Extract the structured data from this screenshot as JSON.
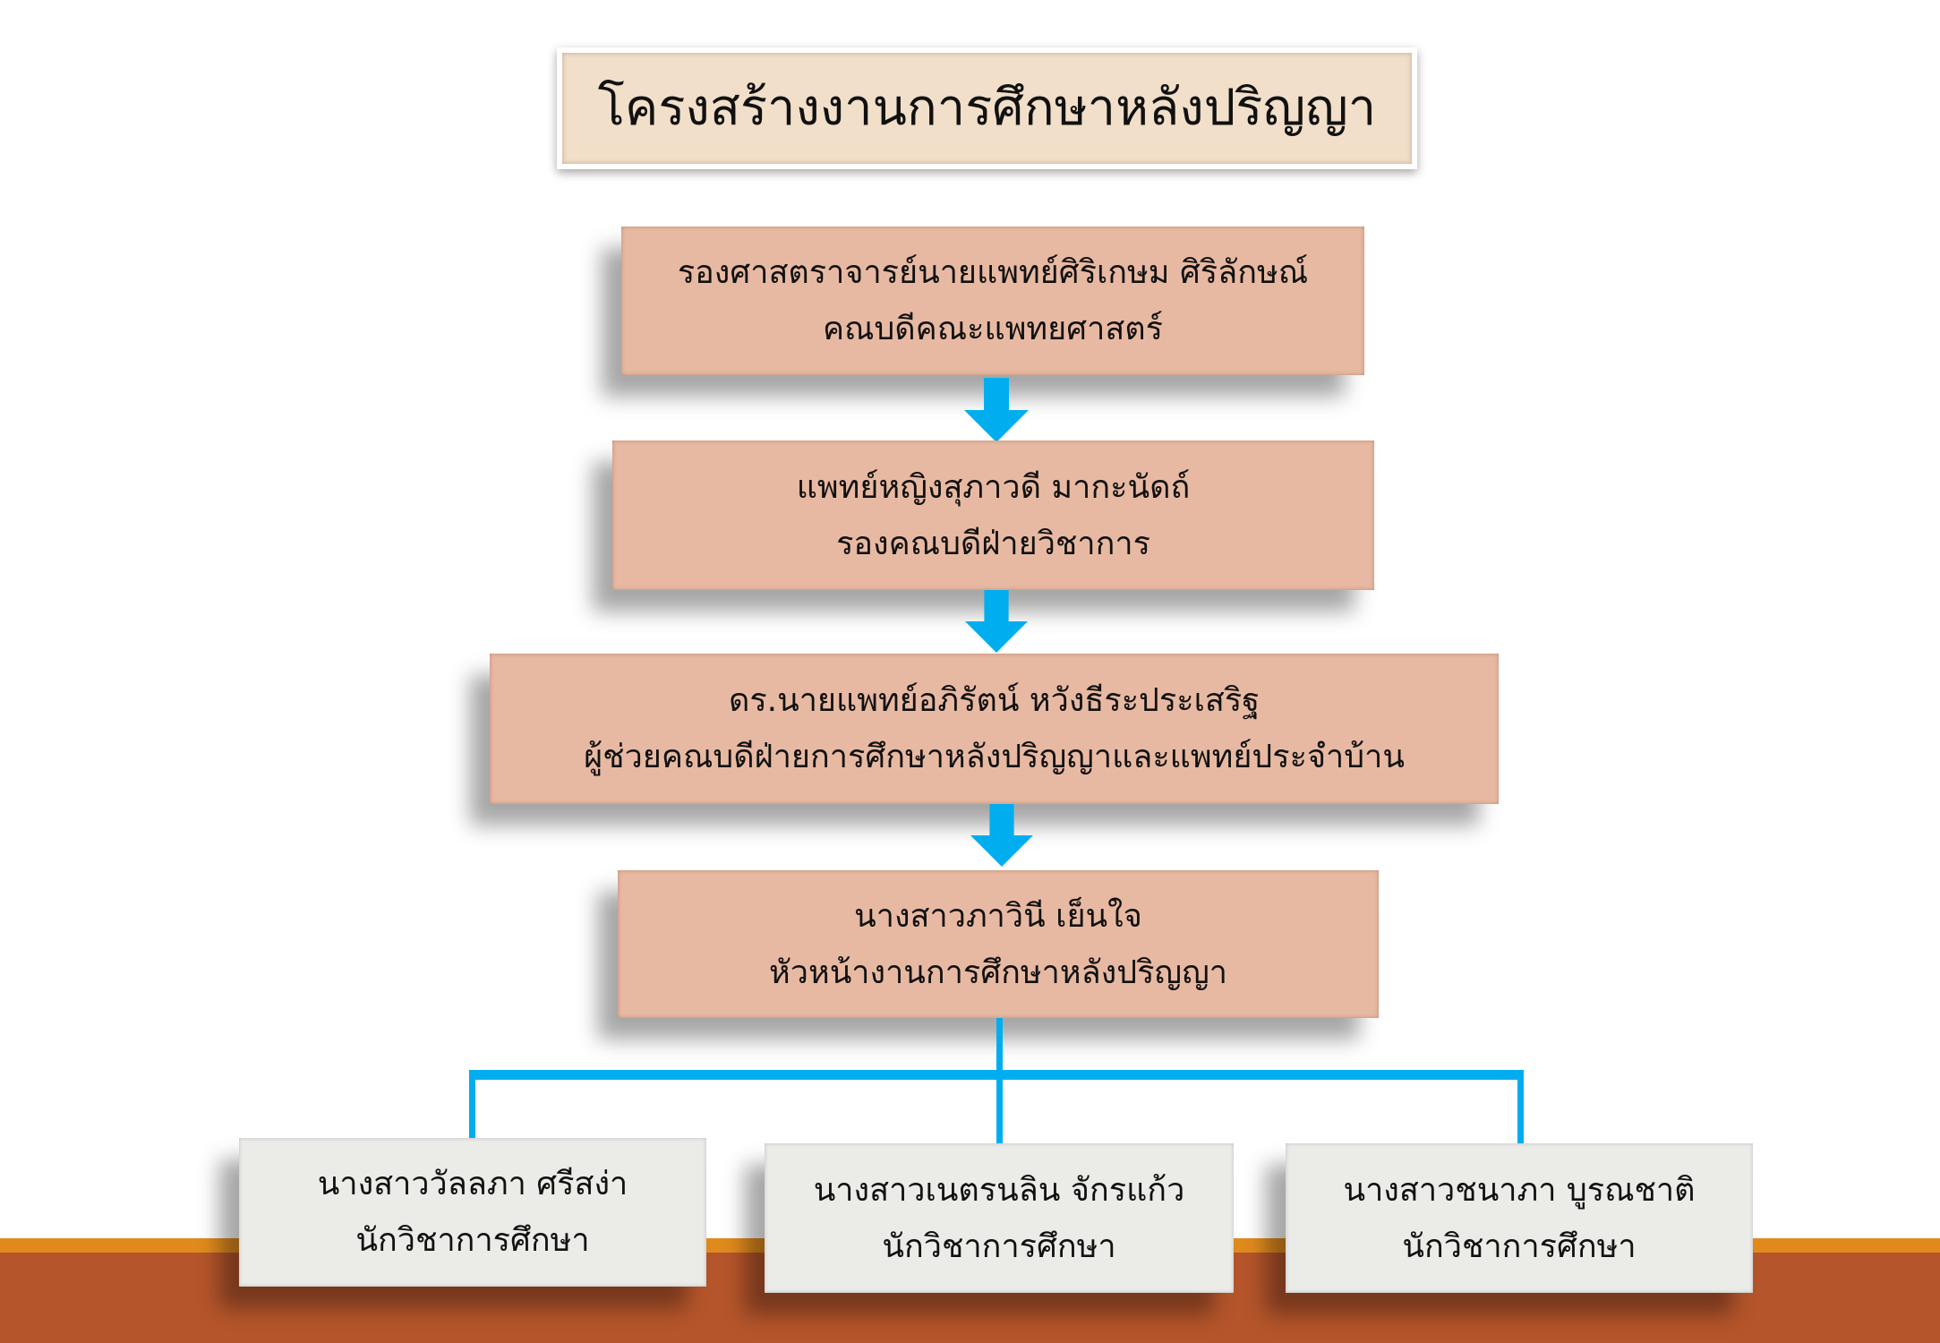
{
  "title": "โครงสร้างงานการศึกษาหลังปริญญา",
  "nodes": [
    {
      "name": "รองศาสตราจารย์นายแพทย์ศิริเกษม  ศิริลักษณ์",
      "role": "คณบดีคณะแพทยศาสตร์"
    },
    {
      "name": "แพทย์หญิงสุภาวดี  มากะนัดถ์",
      "role": "รองคณบดีฝ่ายวิชาการ"
    },
    {
      "name": "ดร.นายแพทย์อภิรัตน์  หวังธีระประเสริฐ",
      "role": "ผู้ช่วยคณบดีฝ่ายการศึกษาหลังปริญญาและแพทย์ประจำบ้าน"
    },
    {
      "name": "นางสาวภาวินี  เย็นใจ",
      "role": "หัวหน้างานการศึกษาหลังปริญญา"
    }
  ],
  "staff": [
    {
      "name": "นางสาววัลลภา ศรีสง่า",
      "role": "นักวิชาการศึกษา"
    },
    {
      "name": "นางสาวเนตรนลิน  จักรแก้ว",
      "role": "นักวิชาการศึกษา"
    },
    {
      "name": "นางสาวชนาภา  บูรณชาติ",
      "role": "นักวิชาการศึกษา"
    }
  ],
  "colors": {
    "arrow": "#00AEEF",
    "node": "#E8B9A2",
    "staff": "#EBEBE8",
    "title": "#F1DFC9",
    "band_orange": "#E08A1E",
    "band_brown": "#B5552B"
  }
}
